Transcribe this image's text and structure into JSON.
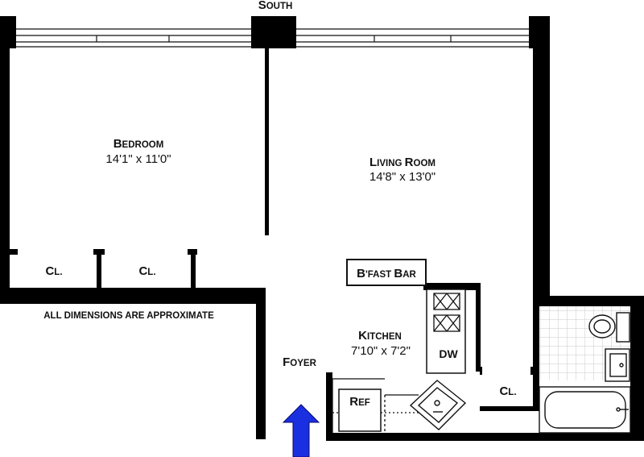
{
  "plan": {
    "orientation": {
      "first": "S",
      "rest": "OUTH"
    },
    "note": "ALL DIMENSIONS ARE APPROXIMATE",
    "rooms": {
      "bedroom": {
        "name_first": "B",
        "name_rest": "EDROOM",
        "dims": "14'1\"  x  11'0\""
      },
      "living_room": {
        "name1_first": "L",
        "name1_rest": "IVING",
        "name2_first": "R",
        "name2_rest": "OOM",
        "dims": "14'8\"  x  13'0\""
      },
      "kitchen": {
        "name_first": "K",
        "name_rest": "ITCHEN",
        "dims": "7'10\"  x  7'2\""
      },
      "foyer": {
        "name_first": "F",
        "name_rest": "OYER"
      }
    },
    "fixtures": {
      "closet_1": {
        "first": "C",
        "rest": "L."
      },
      "closet_2": {
        "first": "C",
        "rest": "L."
      },
      "closet_3": {
        "first": "C",
        "rest": "L."
      },
      "bfast_bar": {
        "first": "B",
        "rest": "'FAST",
        "word2_first": "B",
        "word2_rest": "AR"
      },
      "dishwasher": "DW",
      "refrigerator": {
        "first": "R",
        "rest": "EF"
      }
    },
    "entry_arrow_color": "#1a2fe0"
  }
}
